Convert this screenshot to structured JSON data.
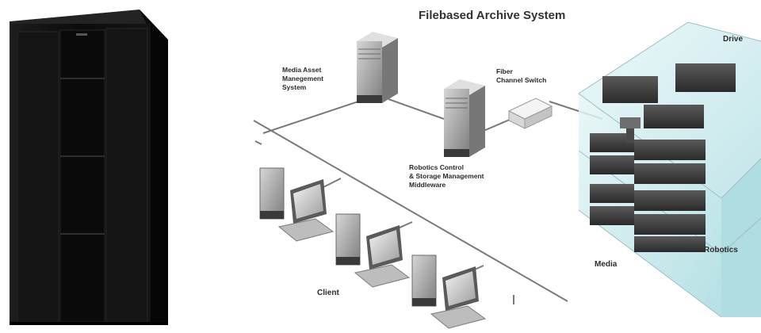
{
  "diagram": {
    "title": "Filebased Archive System",
    "labels": {
      "mam": [
        "Media Asset",
        "Manegement",
        "System"
      ],
      "fiber": [
        "Fiber",
        "Channel Switch"
      ],
      "robotics_ctrl": [
        "Robotics Control",
        "& Storage Management",
        "Middleware"
      ],
      "client": "Client",
      "drive": "Drive",
      "media": "Media",
      "robotics": "Robotics"
    },
    "colors": {
      "cabinet": "#111111",
      "glass": "#bfe3e6",
      "server": "#9a9a9a",
      "line": "#7a7a7a",
      "text": "#2b2b2b"
    }
  }
}
